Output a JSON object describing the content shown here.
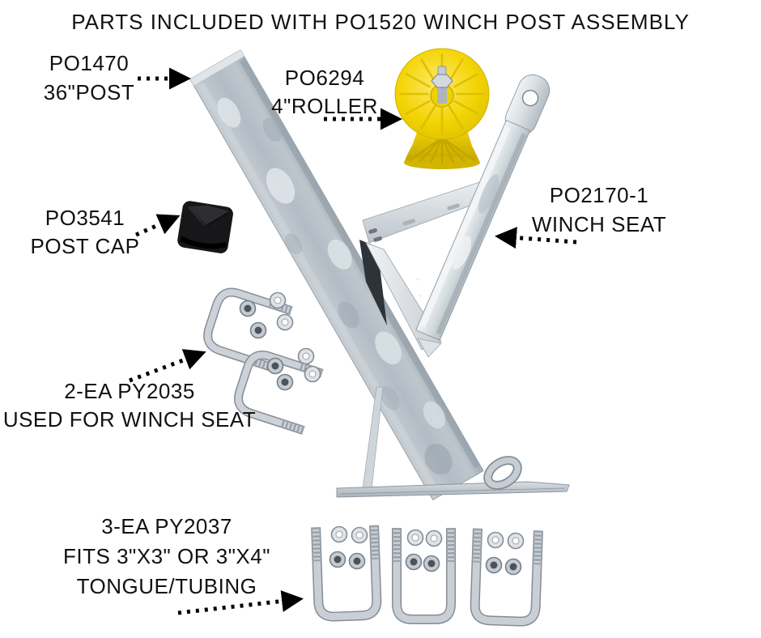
{
  "title": "PARTS INCLUDED WITH PO1520 WINCH POST ASSEMBLY",
  "labels": {
    "post": {
      "lines": [
        "PO1470",
        "36\"POST"
      ]
    },
    "roller": {
      "lines": [
        "PO6294",
        "4\"ROLLER"
      ]
    },
    "post_cap": {
      "lines": [
        "PO3541",
        "POST CAP"
      ]
    },
    "winch_seat": {
      "lines": [
        "PO2170-1",
        "WINCH SEAT"
      ]
    },
    "winch_seat_ubolts": {
      "lines": [
        "2-EA PY2035",
        "USED FOR WINCH SEAT"
      ]
    },
    "tongue_ubolts": {
      "lines": [
        "3-EA PY2037",
        "FITS 3\"X3\" OR 3\"X4\"",
        "TONGUE/TUBING"
      ]
    }
  },
  "colors": {
    "background": "#ffffff",
    "text": "#111111",
    "roller_yellow": "#f0d400",
    "metal_gray": "#b9c2ca",
    "cap_black": "#17171a"
  }
}
